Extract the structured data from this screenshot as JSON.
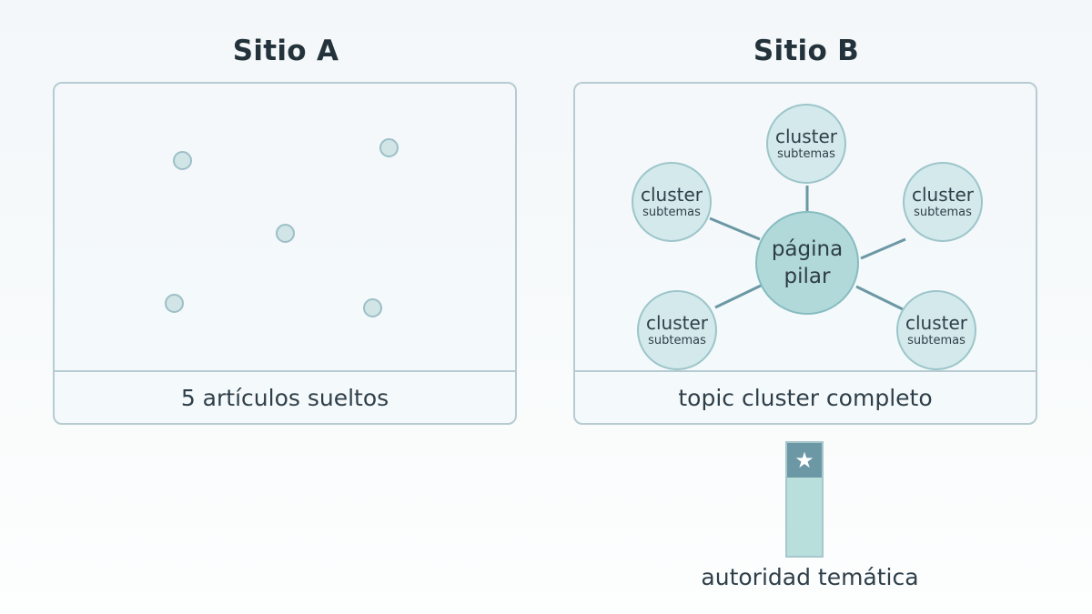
{
  "site_a": {
    "title": "Sitio A",
    "caption": "5 artículos sueltos",
    "dot_count": 5
  },
  "site_b": {
    "title": "Sitio B",
    "caption": "topic cluster completo",
    "pillar_label": "página pilar",
    "clusters": [
      {
        "label": "cluster",
        "sublabel": "subtemas"
      },
      {
        "label": "cluster",
        "sublabel": "subtemas"
      },
      {
        "label": "cluster",
        "sublabel": "subtemas"
      },
      {
        "label": "cluster",
        "sublabel": "subtemas"
      },
      {
        "label": "cluster",
        "sublabel": "subtemas"
      }
    ]
  },
  "authority": {
    "label": "autoridad temática",
    "icon": "star-icon"
  },
  "colors": {
    "node_fill": "#d3e9eb",
    "pillar_fill": "#b2d9d9",
    "link": "#6b98a4",
    "border": "#b7cbd3"
  }
}
